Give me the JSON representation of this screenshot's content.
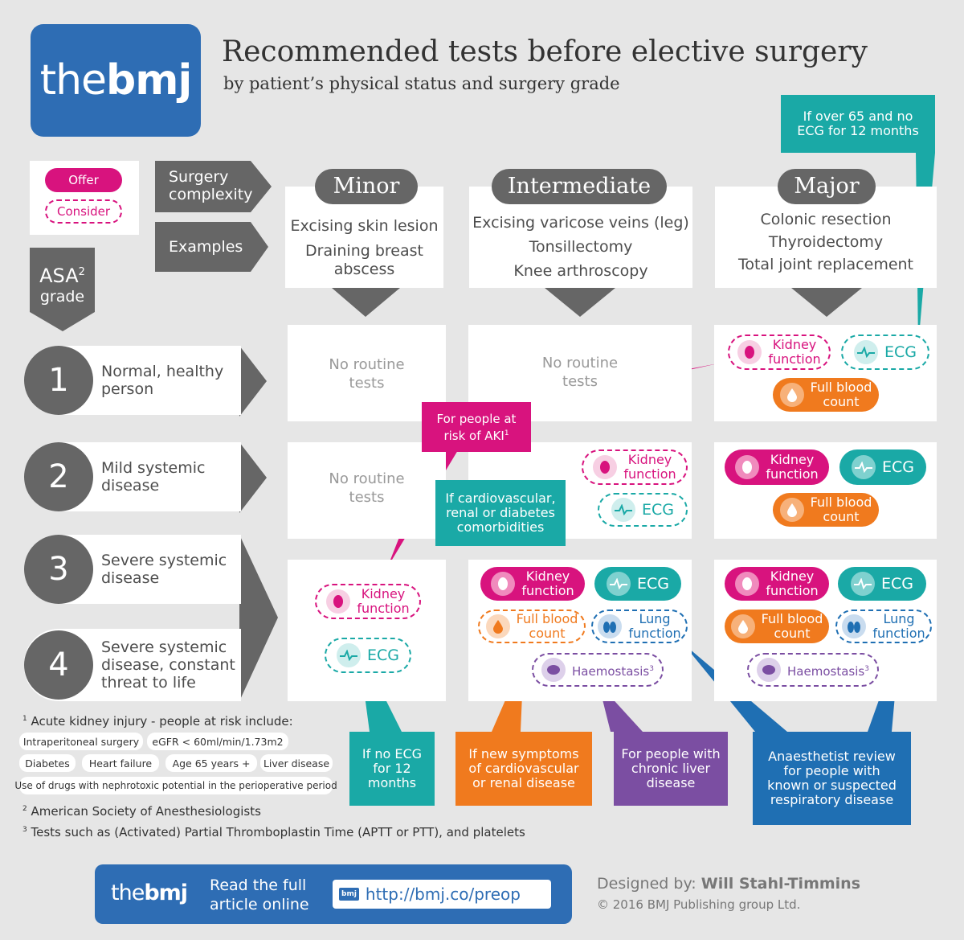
{
  "header": {
    "logo_the": "the",
    "logo_bmj": "bmj",
    "title": "Recommended tests before elective surgery",
    "subtitle": "by patient’s physical status and surgery grade"
  },
  "legend": {
    "offer": "Offer",
    "consider": "Consider"
  },
  "headings": {
    "surgery_complexity": [
      "Surgery",
      "complexity"
    ],
    "examples": "Examples",
    "asa": "ASA",
    "asa_sup": "2",
    "grade": "grade"
  },
  "columns": [
    {
      "name": "Minor",
      "examples": [
        "Excising skin lesion",
        "Draining breast",
        "abscess"
      ]
    },
    {
      "name": "Intermediate",
      "examples": [
        "Excising varicose veins (leg)",
        "Tonsillectomy",
        "Knee arthroscopy"
      ]
    },
    {
      "name": "Major",
      "examples": [
        "Colonic resection",
        "Thyroidectomy",
        "Total joint replacement"
      ]
    }
  ],
  "rows": [
    {
      "num": "1",
      "label": [
        "Normal, healthy",
        "person"
      ]
    },
    {
      "num": "2",
      "label": [
        "Mild systemic",
        "disease"
      ]
    },
    {
      "num": "3",
      "label": [
        "Severe systemic",
        "disease"
      ]
    },
    {
      "num": "4",
      "label": [
        "Severe systemic",
        "disease, constant",
        "threat to life"
      ]
    }
  ],
  "tests": {
    "no_routine": [
      "No routine",
      "tests"
    ],
    "kidney": [
      "Kidney",
      "function"
    ],
    "ecg": "ECG",
    "fbc": [
      "Full blood",
      "count"
    ],
    "lung": [
      "Lung",
      "function"
    ],
    "haemostasis": "Haemostasis",
    "haemostasis_sup": "3"
  },
  "callouts": {
    "ecg65": [
      "If over 65 and no",
      "ECG for 12 months"
    ],
    "aki": [
      "For people at",
      "risk of AKI"
    ],
    "aki_sup": "1",
    "cardio": [
      "If cardiovascular,",
      "renal or diabetes",
      "comorbidities"
    ],
    "noecg": [
      "If no ECG",
      "for 12",
      "months"
    ],
    "newsymptoms": [
      "If new symptoms",
      "of cardiovascular",
      "or renal disease"
    ],
    "liver": [
      "For people with",
      "chronic liver",
      "disease"
    ],
    "anaesthetist": [
      "Anaesthetist review",
      "for people with",
      "known or suspected",
      "respiratory disease"
    ]
  },
  "footnotes": {
    "aki_heading_sup": "1",
    "aki_heading": "Acute kidney injury - people at risk include:",
    "risk_items": [
      "Intraperitoneal surgery",
      "eGFR < 60ml/min/1.73m2",
      "Diabetes",
      "Heart failure",
      "Age 65 years +",
      "Liver disease",
      "Use of drugs with nephrotoxic potential in the perioperative period"
    ],
    "note2_sup": "2",
    "note2": "American Society of Anesthesiologists",
    "note3_sup": "3",
    "note3": "Tests such as (Activated) Partial Thromboplastin Time (APTT or PTT), and platelets"
  },
  "banner": {
    "logo_the": "the",
    "logo_bmj": "bmj",
    "read": [
      "Read the full",
      "article online"
    ],
    "url_badge": "bmj",
    "url": "http://bmj.co/preop"
  },
  "credits": {
    "designed_label": "Designed by:",
    "designer": "Will Stahl-Timmins",
    "copyright": "© 2016 BMJ Publishing group Ltd."
  },
  "colors": {
    "magenta": "#d8137e",
    "teal": "#1aa9a6",
    "orange": "#f07a1e",
    "blue": "#1f6fb3",
    "purple": "#7b4ea2",
    "brand_blue": "#2e6db4",
    "grey": "#666666"
  }
}
